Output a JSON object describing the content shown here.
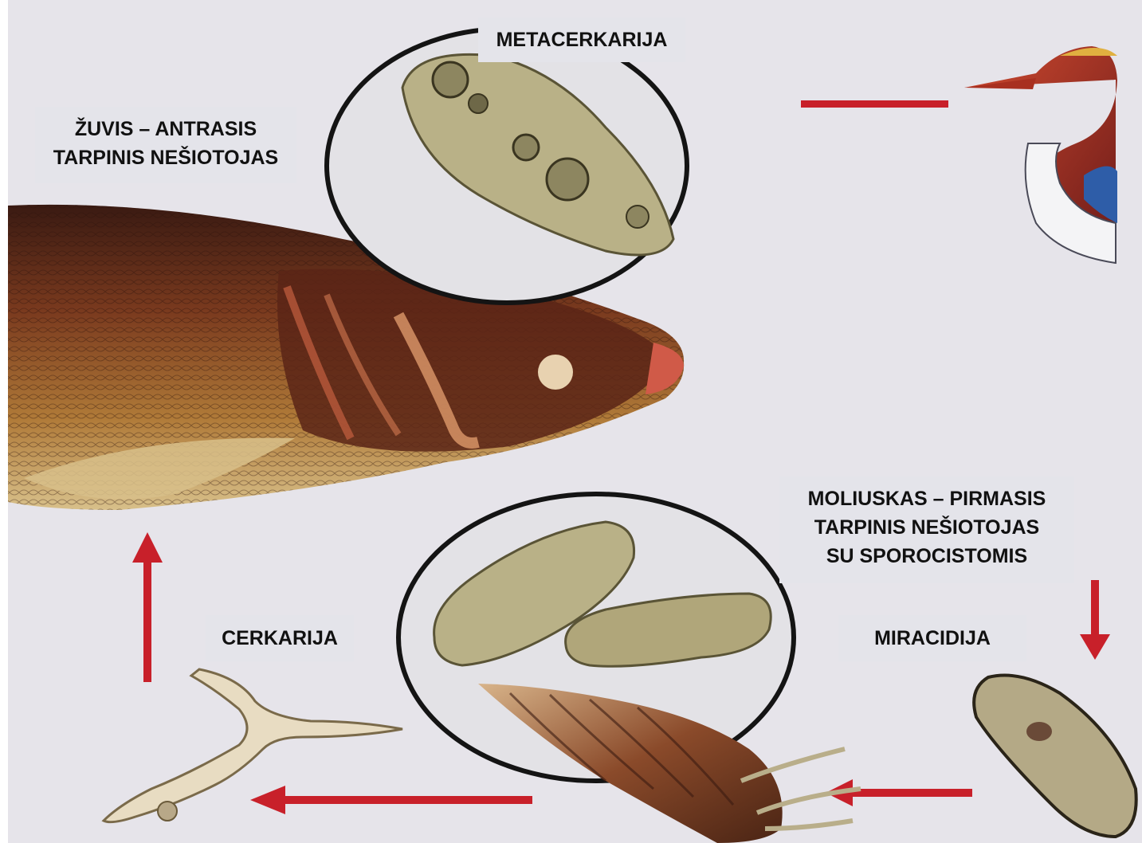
{
  "labels": {
    "metacercaria": "METACERKARIJA",
    "fish_line1": "ŽUVIS – ANTRASIS",
    "fish_line2": "TARPINIS NEŠIOTOJAS",
    "mollusc_line1": "MOLIUSKAS – PIRMASIS",
    "mollusc_line2": "TARPINIS NEŠIOTOJAS",
    "mollusc_line3": "SU SPOROCISTOMIS",
    "cercaria": "CERKARIJA",
    "miracidium": "MIRACIDIJA"
  },
  "colors": {
    "background": "#e6e4ea",
    "arrow": "#c8202a",
    "label_box": "#e4e4ea",
    "outline": "#141414",
    "fish_body": "#7a3a1e",
    "parasite": "#b9b187"
  }
}
